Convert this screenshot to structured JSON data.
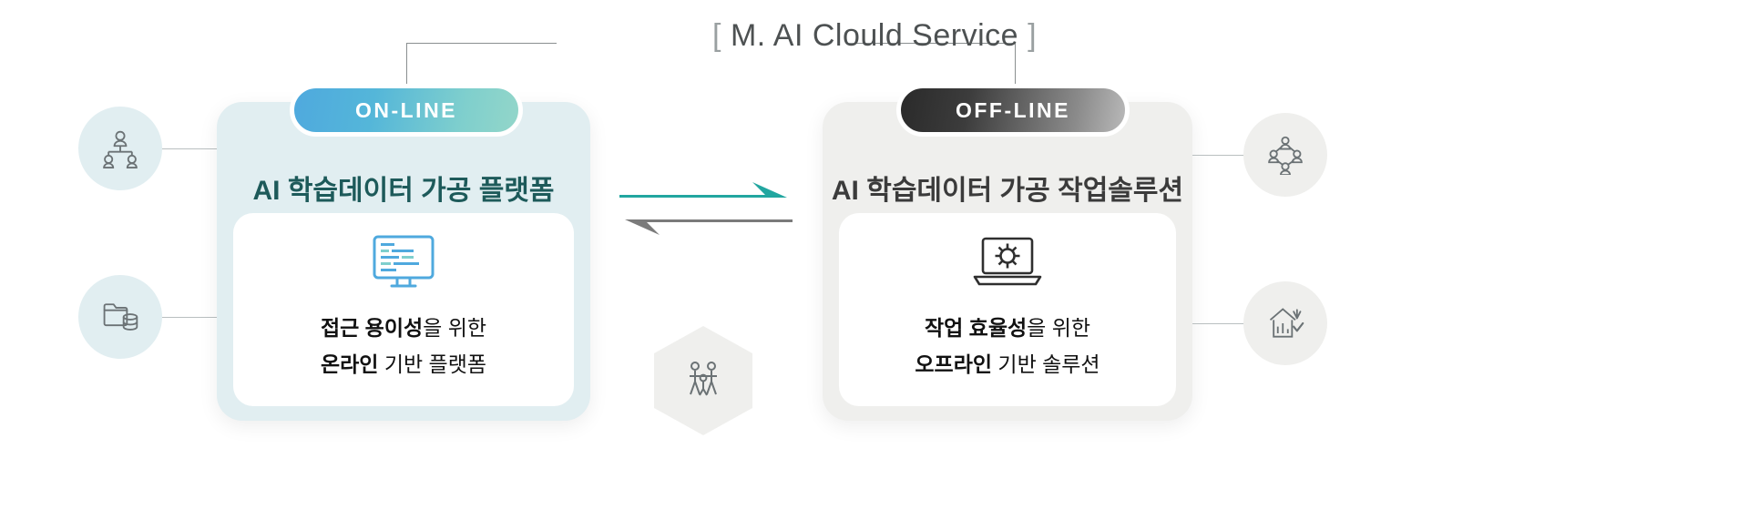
{
  "header": {
    "bracket_open": "[",
    "title": "M. AI Clould Service",
    "bracket_close": "]"
  },
  "left_card": {
    "badge": "ON-LINE",
    "title": "AI 학습데이터 가공 플랫폼",
    "icon": "desktop-monitor-code-icon",
    "caption_line1_bold": "접근 용이성",
    "caption_line1_rest": "을 위한",
    "caption_line2_bold": "온라인",
    "caption_line2_rest": " 기반 플랫폼",
    "accent_color": "#1d5a5a",
    "bg_color": "#e1eef1"
  },
  "right_card": {
    "badge": "OFF-LINE",
    "title": "AI 학습데이터 가공 작업솔루션",
    "icon": "laptop-gear-icon",
    "caption_line1_bold": "작업 효율성",
    "caption_line1_rest": "을 위한",
    "caption_line2_bold": "오프라인",
    "caption_line2_rest": " 기반 솔루션",
    "accent_color": "#3b3b3b",
    "bg_color": "#efefed"
  },
  "arrows": {
    "forward_color": "#22a6a0",
    "backward_color": "#7b7b7b",
    "forward_name": "arrow-right-teal",
    "backward_name": "arrow-left-gray"
  },
  "center_badge": {
    "icon": "people-group-hexagon-icon"
  },
  "left_side_icons": [
    {
      "name": "org-chart-people-icon",
      "tone": "blue"
    },
    {
      "name": "database-folder-icon",
      "tone": "blue"
    }
  ],
  "right_side_icons": [
    {
      "name": "team-network-icon",
      "tone": "gray"
    },
    {
      "name": "house-check-chart-icon",
      "tone": "gray"
    }
  ]
}
